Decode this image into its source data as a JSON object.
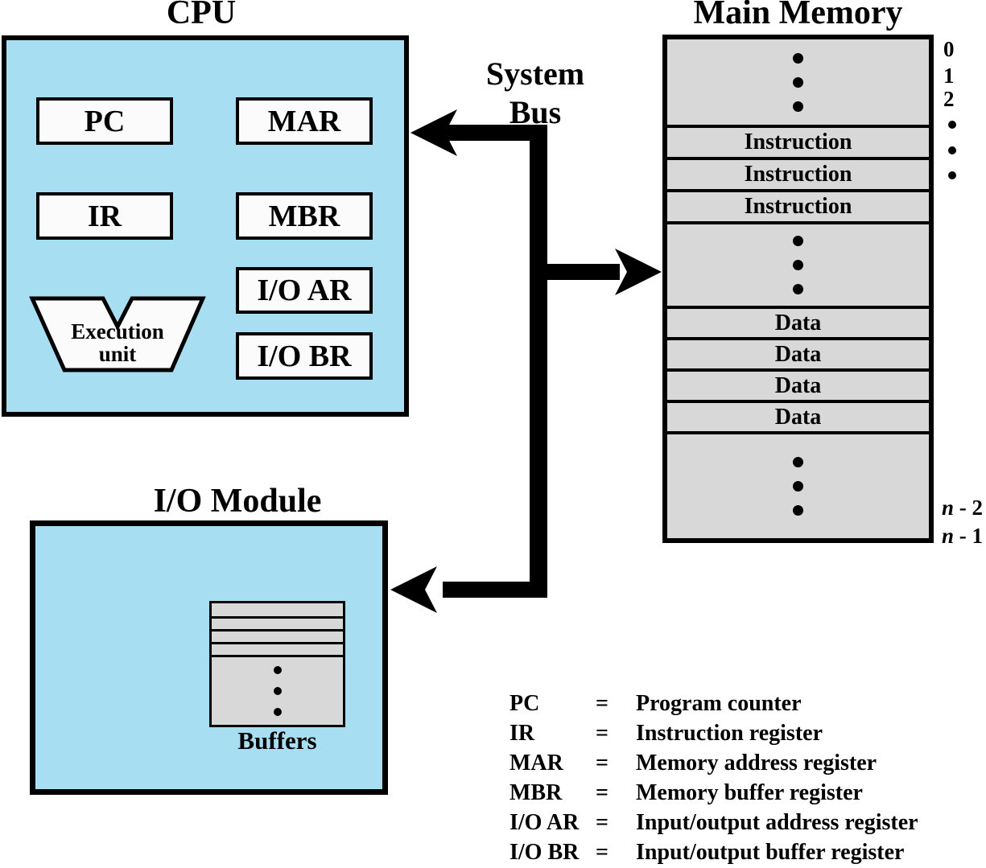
{
  "colors": {
    "module_fill_blue": "#a8def2",
    "memory_fill_gray": "#d8d8d8",
    "line_black": "#000000",
    "background": "#ffffff"
  },
  "cpu": {
    "title": "CPU",
    "registers": {
      "pc": "PC",
      "ir": "IR",
      "mar": "MAR",
      "mbr": "MBR",
      "io_ar": "I/O AR",
      "io_br": "I/O BR"
    },
    "execution_unit": {
      "line1": "Execution",
      "line2": "unit"
    }
  },
  "bus": {
    "label_line1": "System",
    "label_line2": "Bus"
  },
  "memory": {
    "title": "Main Memory",
    "instruction_rows": [
      "Instruction",
      "Instruction",
      "Instruction"
    ],
    "data_rows": [
      "Data",
      "Data",
      "Data",
      "Data"
    ],
    "addresses_top": [
      "0",
      "1",
      "2"
    ],
    "addresses_bottom": [
      {
        "var": "n",
        "rest": " - 2"
      },
      {
        "var": "n",
        "rest": " - 1"
      }
    ]
  },
  "io_module": {
    "title": "I/O Module",
    "buffers_label": "Buffers"
  },
  "legend": {
    "items": [
      {
        "key": "PC",
        "eq": "=",
        "desc": "Program counter"
      },
      {
        "key": "IR",
        "eq": "=",
        "desc": "Instruction register"
      },
      {
        "key": "MAR",
        "eq": "=",
        "desc": "Memory address register"
      },
      {
        "key": "MBR",
        "eq": "=",
        "desc": "Memory buffer register"
      },
      {
        "key": "I/O AR",
        "eq": "=",
        "desc": "Input/output address register"
      },
      {
        "key": "I/O BR",
        "eq": "=",
        "desc": "Input/output buffer register"
      }
    ]
  }
}
